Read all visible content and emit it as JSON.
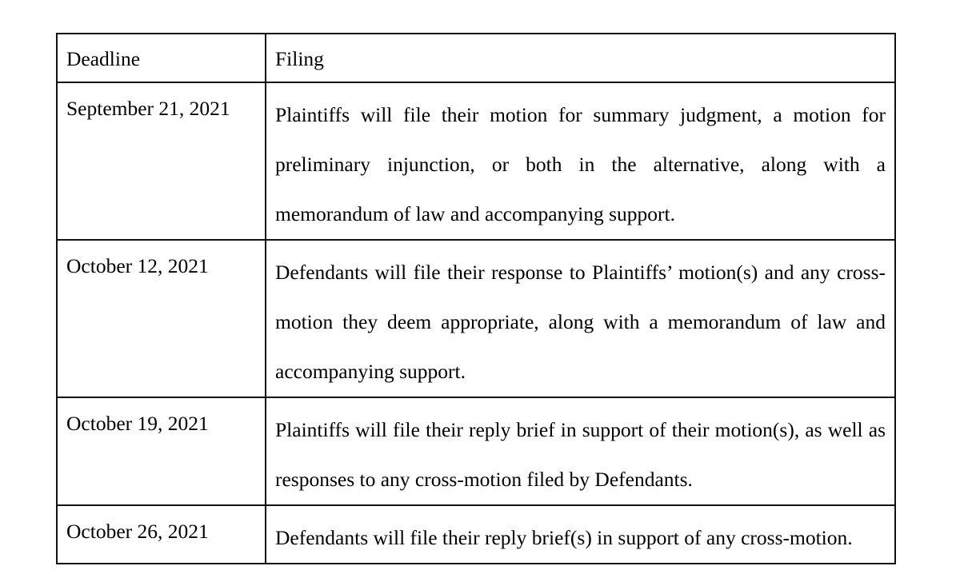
{
  "document": {
    "type": "court-filing-schedule-table",
    "background_color": "#ffffff",
    "text_color": "#000000",
    "border_color": "#111111"
  },
  "table": {
    "columns": [
      {
        "key": "deadline",
        "header": "Deadline"
      },
      {
        "key": "filing",
        "header": "Filing"
      }
    ],
    "rows": [
      {
        "deadline": "September 21, 2021",
        "filing": "Plaintiffs will file their motion for summary judgment, a motion for preliminary injunction, or both in the alternative, along with a memorandum of law and accompanying support."
      },
      {
        "deadline": "October 12, 2021",
        "filing": "Defendants will file their response to Plaintiffs’ motion(s) and any cross-motion they deem appropriate, along with a memorandum of law and accompanying support."
      },
      {
        "deadline": "October 19, 2021",
        "filing": "Plaintiffs will file their reply brief in support of their motion(s), as well as responses to any cross-motion filed by Defendants."
      },
      {
        "deadline": "October 26, 2021",
        "filing": "Defendants will file their reply brief(s) in support of any cross-motion."
      }
    ]
  }
}
